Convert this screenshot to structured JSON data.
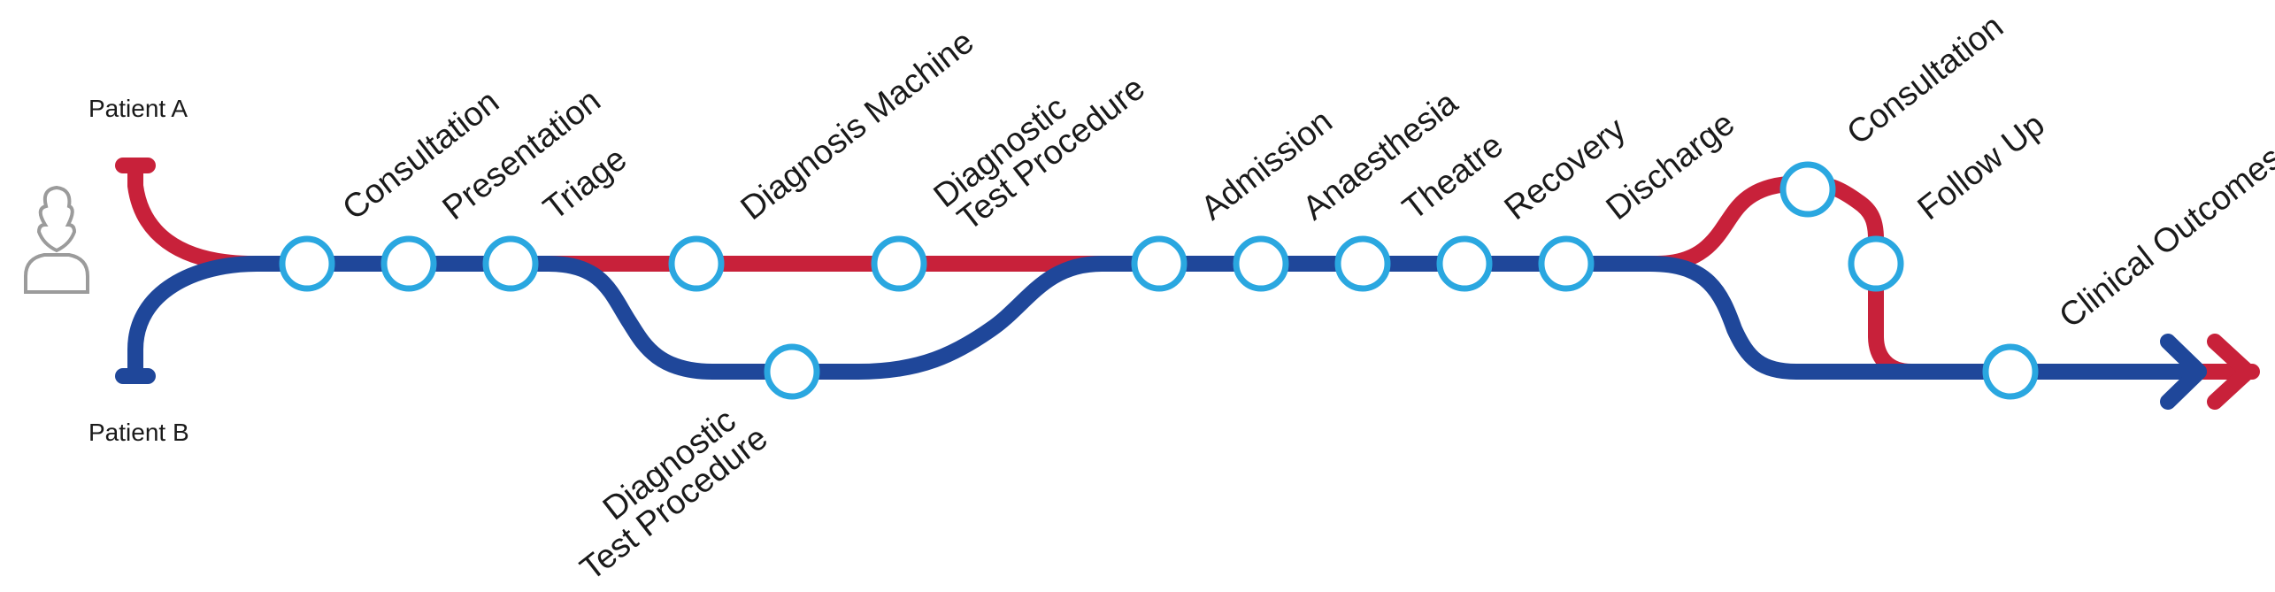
{
  "colors": {
    "patient_a_line": "#c8213a",
    "patient_b_line": "#1f479a",
    "station_ring": "#2aa7e0",
    "station_fill": "#ffffff",
    "icon_gray": "#9b9b9b",
    "text": "#1a1a1a"
  },
  "patients": {
    "a": {
      "label": "Patient A"
    },
    "b": {
      "label": "Patient B"
    }
  },
  "person_icon": "user-outline-icon",
  "stations": {
    "consultation_1": "Consultation",
    "presentation": "Presentation",
    "triage": "Triage",
    "diagnosis_machine": "Diagnosis Machine",
    "diagnostic_test_a_line1": "Diagnostic",
    "diagnostic_test_a_line2": "Test Procedure",
    "diagnostic_test_b_line1": "Diagnostic",
    "diagnostic_test_b_line2": "Test Procedure",
    "admission": "Admission",
    "anaesthesia": "Anaesthesia",
    "theatre": "Theatre",
    "recovery": "Recovery",
    "discharge": "Discharge",
    "consultation_2": "Consultation",
    "follow_up": "Follow Up",
    "clinical_outcomes": "Clinical Outcomes"
  }
}
